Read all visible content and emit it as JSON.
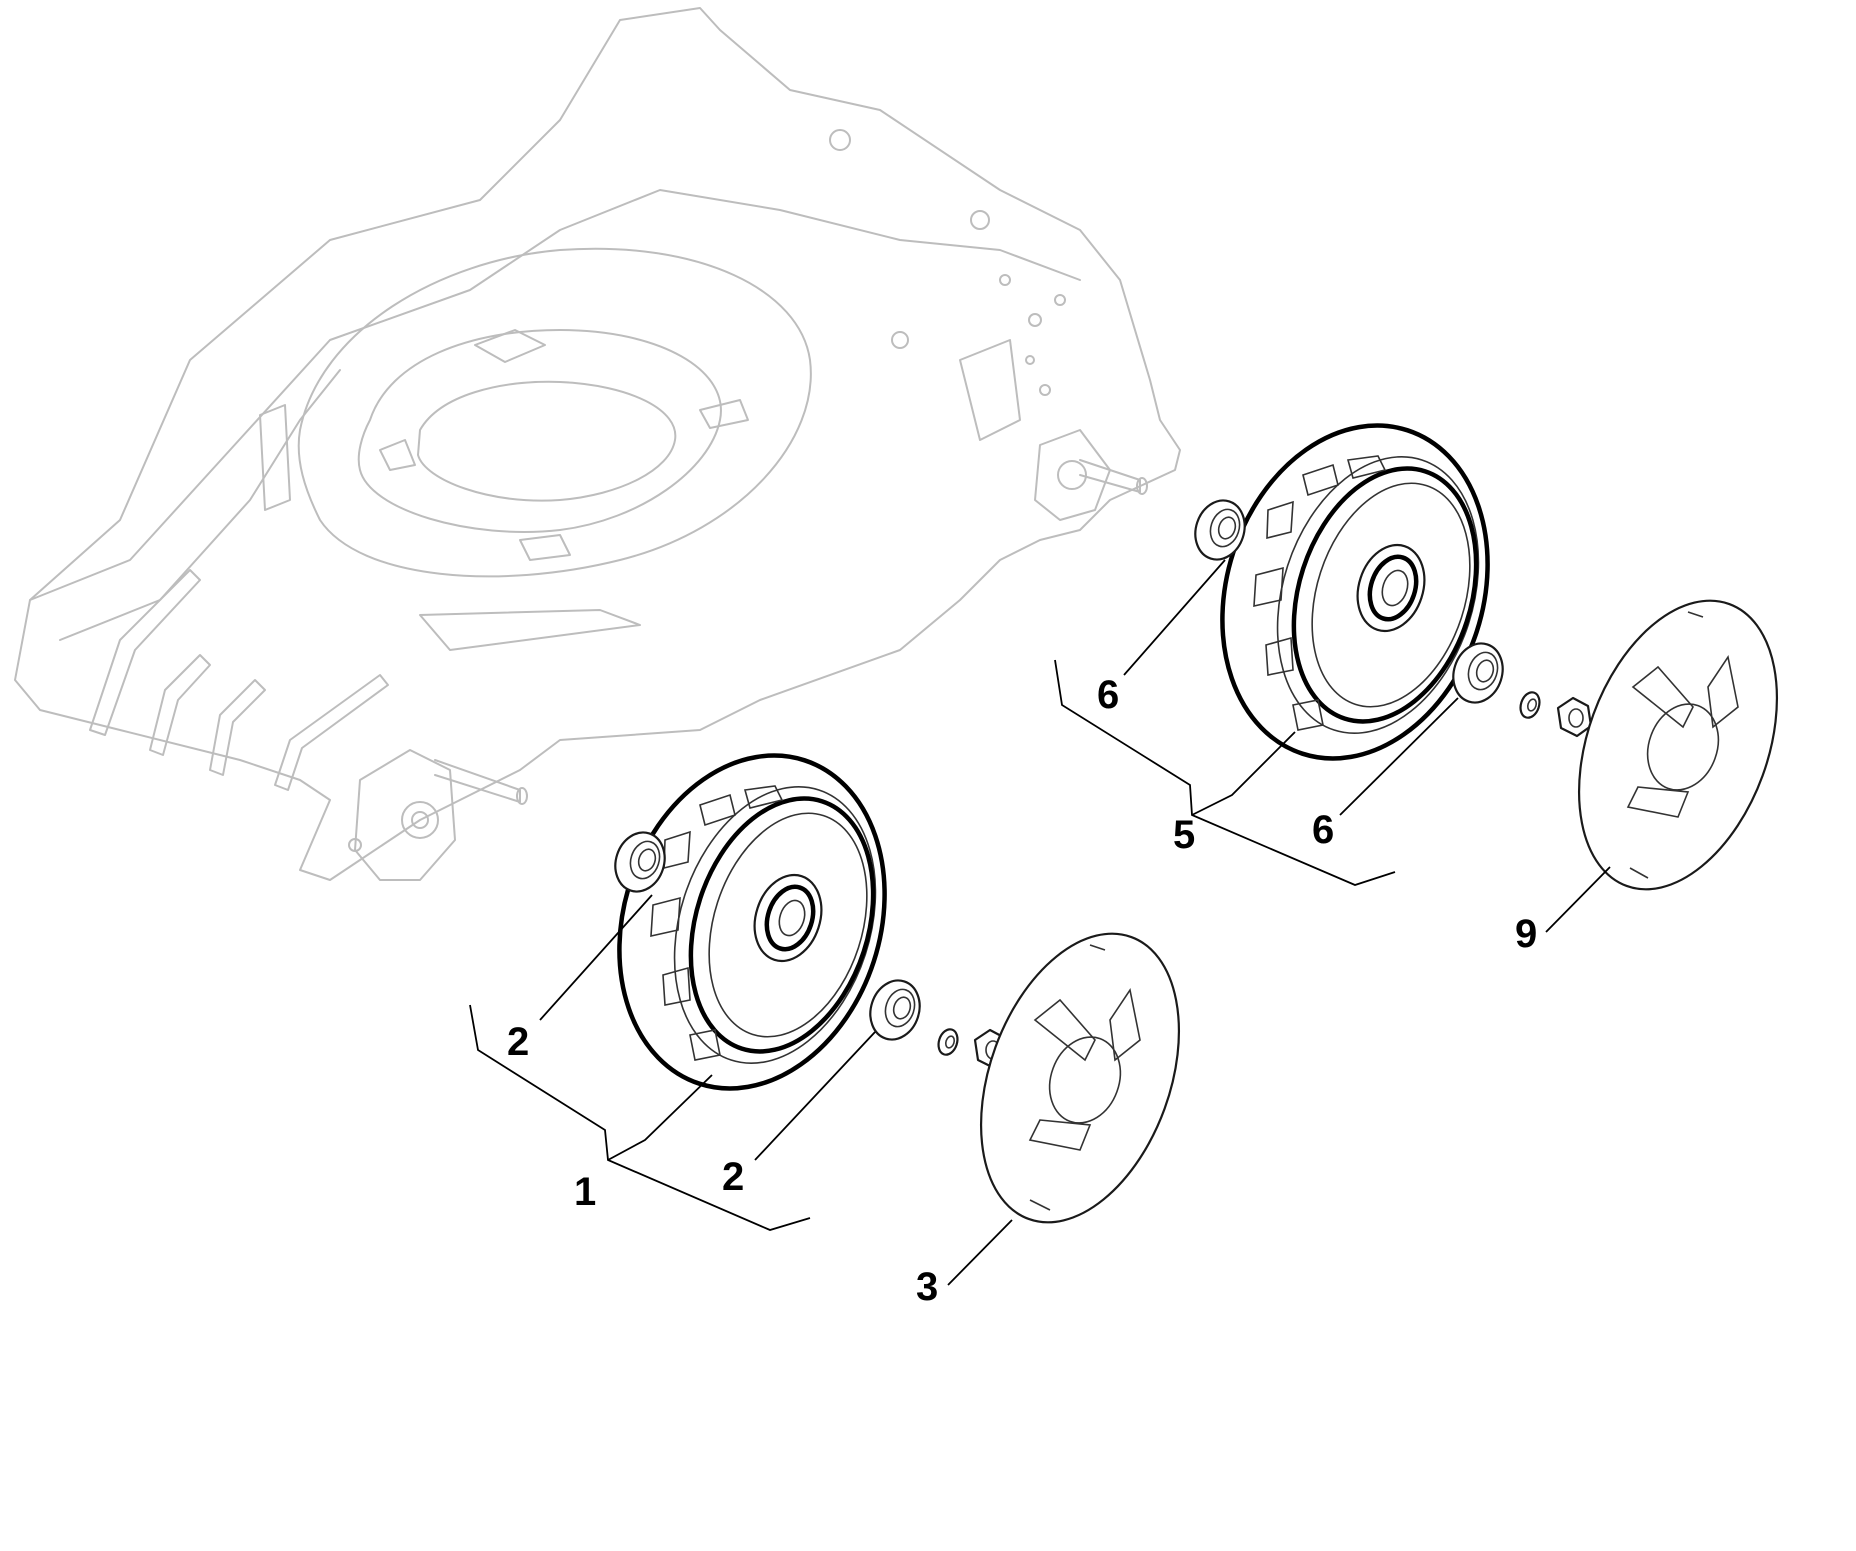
{
  "callouts": {
    "wheel_front": "1",
    "bearing_front_inner": "2",
    "bearing_front_outer": "2",
    "hubcap_front": "3",
    "wheel_rear": "5",
    "bearing_rear_inner": "6",
    "bearing_rear_outer": "6",
    "hubcap_rear": "9"
  }
}
